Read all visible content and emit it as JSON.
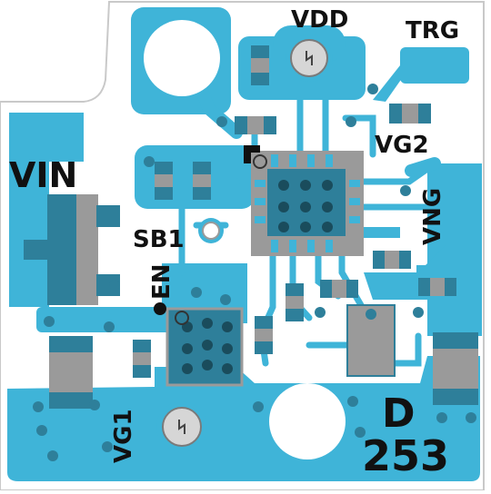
{
  "labels": {
    "vdd": "VDD",
    "trg": "TRG",
    "vg2": "VG2",
    "vin": "VIN",
    "vng": "VNG",
    "sb1": "SB1",
    "en": "EN",
    "vg1": "VG1",
    "marking_letter": "D",
    "marking_number": "253"
  },
  "colors": {
    "copper": "#3fb4d8",
    "copper_dark": "#2e7f9a",
    "chip": "#9a9a9a",
    "pad": "#777777",
    "silk": "#111111",
    "board": "#ffffff"
  }
}
